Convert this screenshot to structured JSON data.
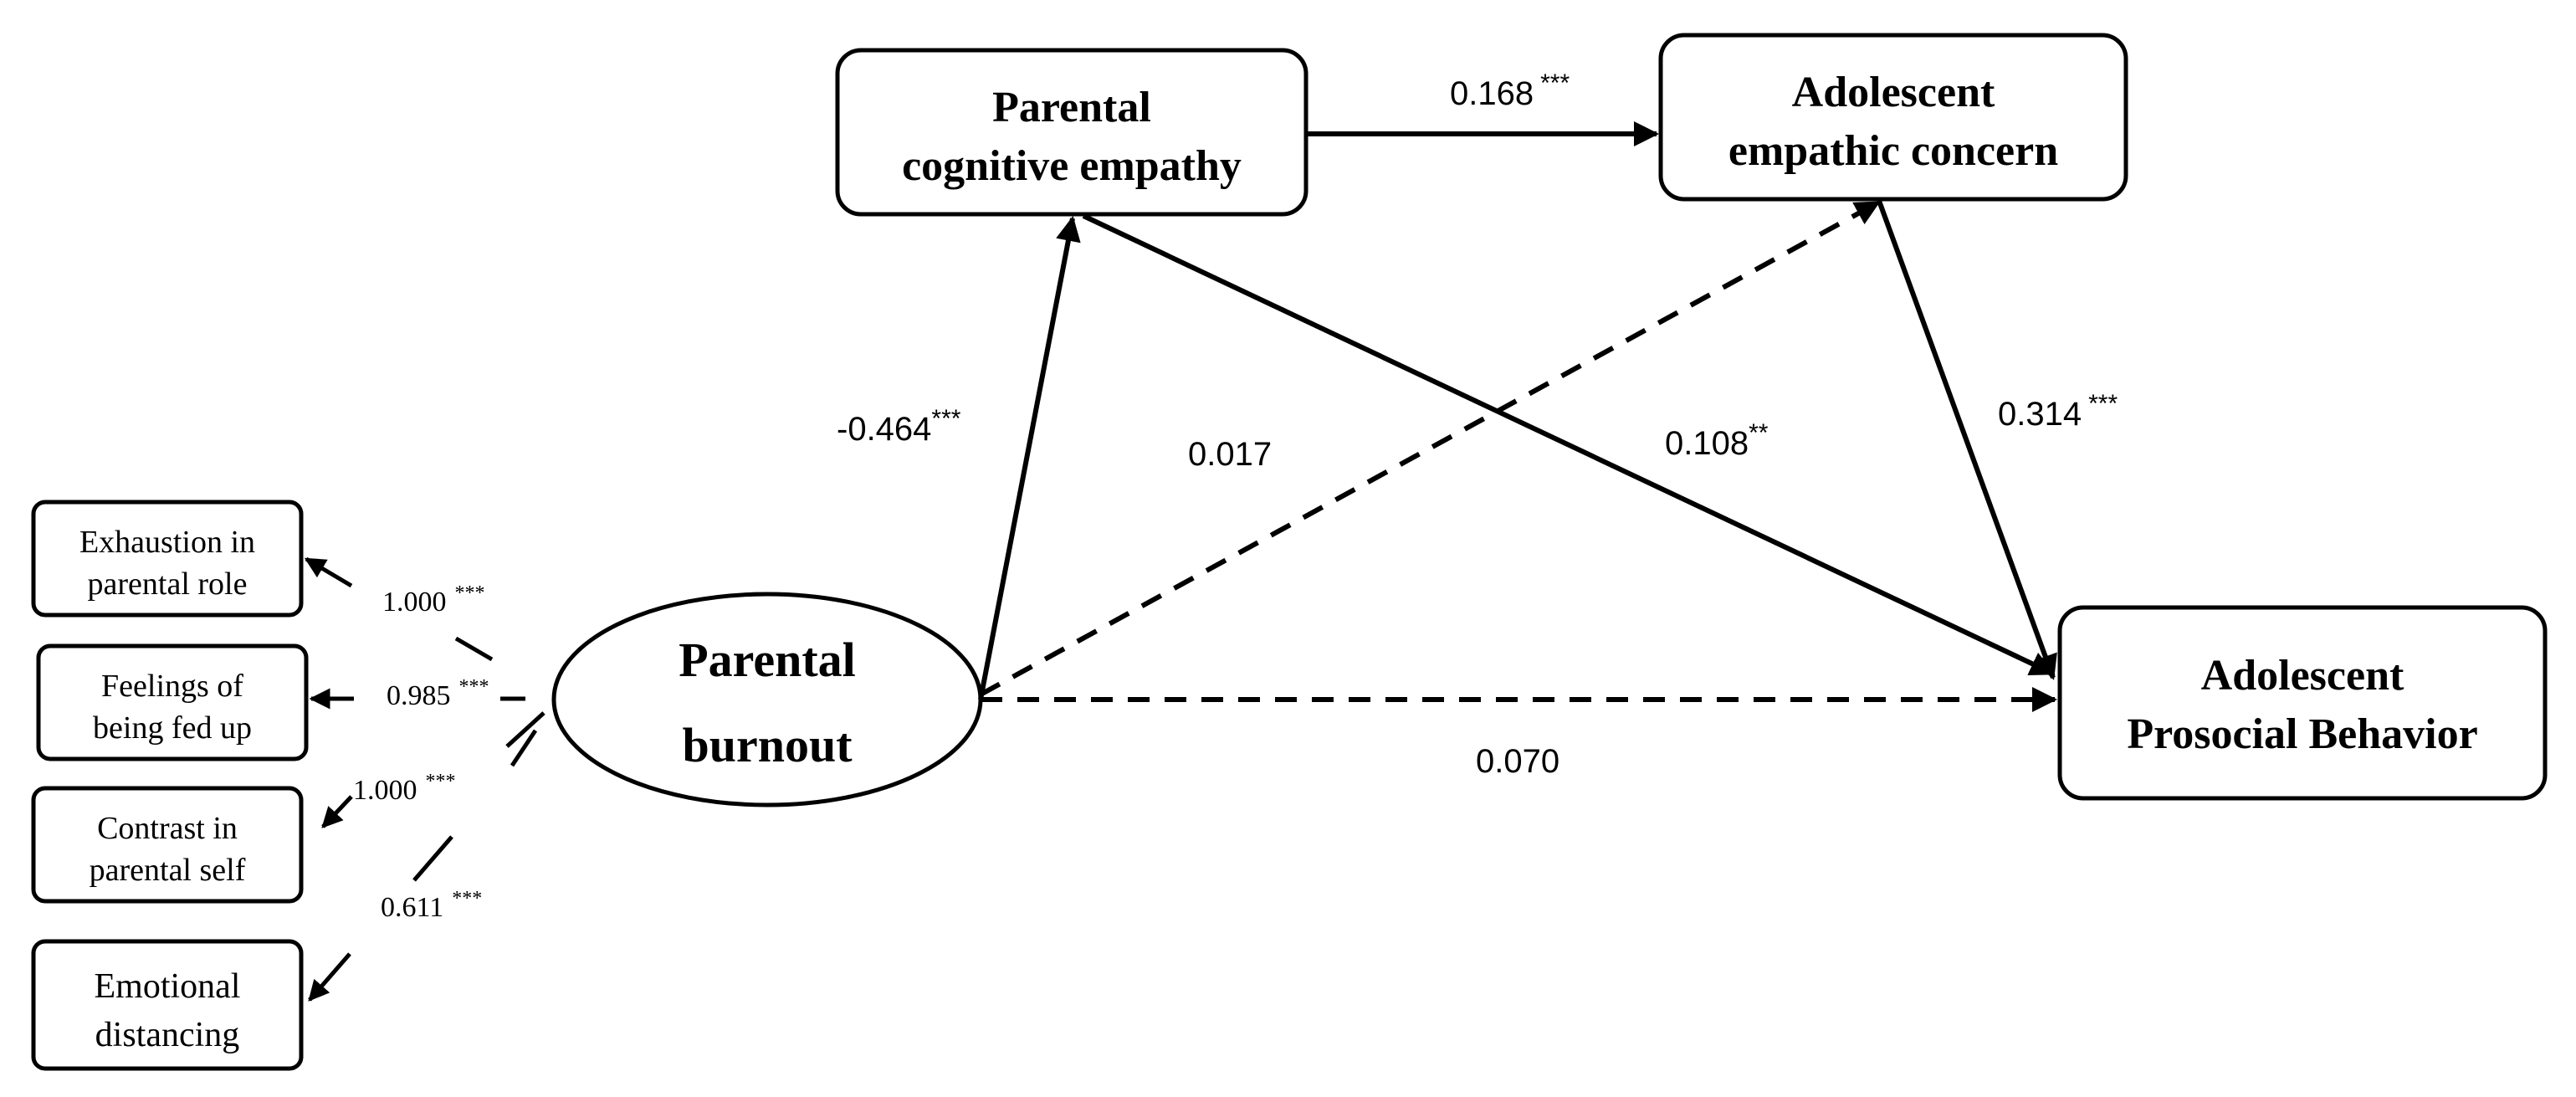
{
  "nodes": {
    "parental_burnout": [
      "Parental",
      "burnout"
    ],
    "parental_cognitive_empathy": [
      "Parental",
      "cognitive empathy"
    ],
    "adolescent_empathic_concern": [
      "Adolescent",
      "empathic concern"
    ],
    "adolescent_prosocial_behavior": [
      "Adolescent",
      "Prosocial Behavior"
    ]
  },
  "indicators": [
    {
      "lines": [
        "Exhaustion in",
        "parental role"
      ],
      "loading": "1.000",
      "sig": "***"
    },
    {
      "lines": [
        "Feelings of",
        "being fed up"
      ],
      "loading": "0.985",
      "sig": "***"
    },
    {
      "lines": [
        "Contrast in",
        "parental self"
      ],
      "loading": "1.000",
      "sig": "***"
    },
    {
      "lines": [
        "Emotional",
        "distancing"
      ],
      "loading": "0.611",
      "sig": "***"
    }
  ],
  "paths": [
    {
      "from": "Parental burnout",
      "to": "Parental cognitive empathy",
      "coef": "-0.464",
      "sig": "***",
      "style": "solid"
    },
    {
      "from": "Parental cognitive empathy",
      "to": "Adolescent empathic concern",
      "coef": "0.168",
      "sig": "***",
      "style": "solid"
    },
    {
      "from": "Adolescent empathic concern",
      "to": "Adolescent Prosocial Behavior",
      "coef": "0.314",
      "sig": "***",
      "style": "solid"
    },
    {
      "from": "Parental cognitive empathy",
      "to": "Adolescent Prosocial Behavior",
      "coef": "0.108",
      "sig": "**",
      "style": "solid"
    },
    {
      "from": "Parental burnout",
      "to": "Adolescent empathic concern",
      "coef": "0.017",
      "sig": "",
      "style": "dashed"
    },
    {
      "from": "Parental burnout",
      "to": "Adolescent Prosocial Behavior",
      "coef": "0.070",
      "sig": "",
      "style": "dashed"
    }
  ]
}
